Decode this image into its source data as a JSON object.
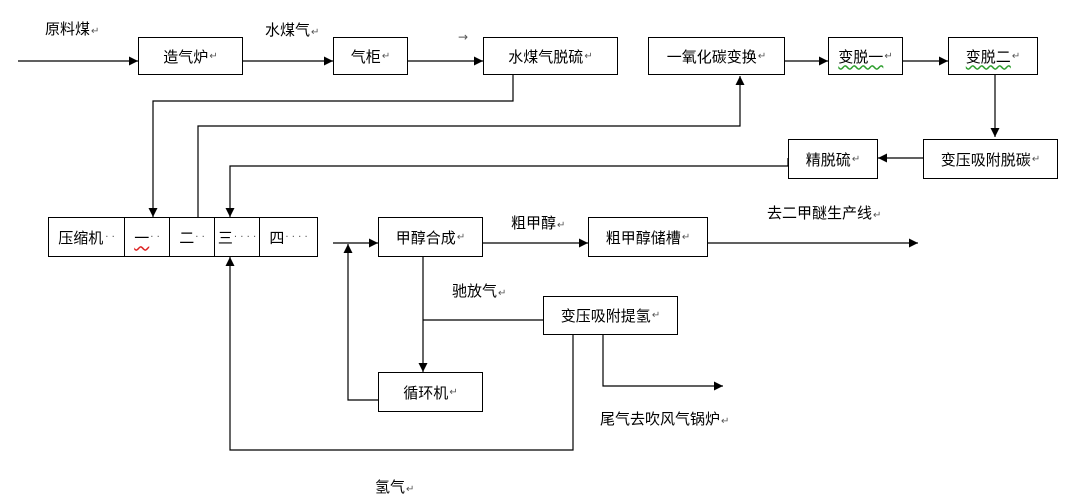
{
  "mark": "↵",
  "small_arrow": "→",
  "boxes": {
    "gasifier": "造气炉",
    "gasholder": "气柜",
    "water_gas_desulfur": "水煤气脱硫",
    "co_shift": "一氧化碳变换",
    "shift_desulfur_1": "变脱一",
    "shift_desulfur_2": "变脱二",
    "psa_decarb": "变压吸附脱碳",
    "fine_desulfur": "精脱硫",
    "methanol_synthesis": "甲醇合成",
    "crude_methanol_tank": "粗甲醇储槽",
    "psa_hydrogen": "变压吸附提氢",
    "circulator": "循环机",
    "compressor": {
      "name": "压缩机",
      "stage1": "一",
      "stage2": "二",
      "stage3": "三",
      "stage4": "四",
      "dots_short": "· ·",
      "dots_long": "· · · ·"
    }
  },
  "labels": {
    "raw_coal": "原料煤",
    "water_gas": "水煤气",
    "crude_methanol": "粗甲醇",
    "to_dme_line": "去二甲醚生产线",
    "purge_gas": "驰放气",
    "tail_gas": "尾气去吹风气锅炉",
    "hydrogen": "氢气"
  }
}
